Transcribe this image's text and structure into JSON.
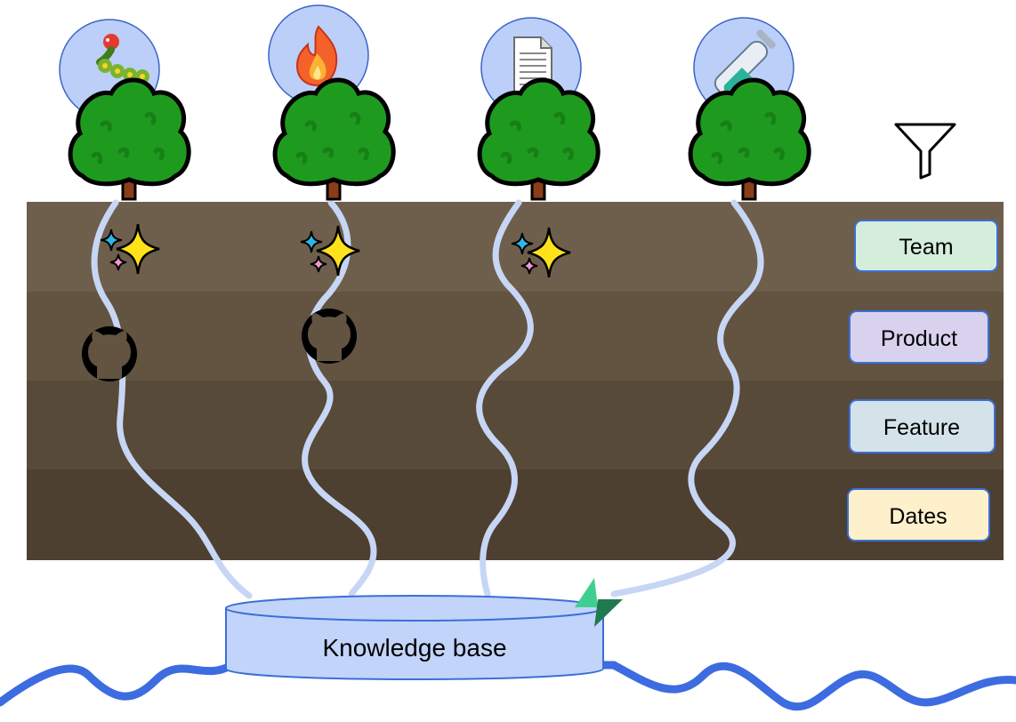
{
  "layers": [
    {
      "label": "Team",
      "band_color": "#6e5f4c",
      "tag_fill": "#d5eedc"
    },
    {
      "label": "Product",
      "band_color": "#625441",
      "tag_fill": "#d8d2ee"
    },
    {
      "label": "Feature",
      "band_color": "#574a39",
      "tag_fill": "#d4e2ea"
    },
    {
      "label": "Dates",
      "band_color": "#4d4030",
      "tag_fill": "#fff0cc"
    }
  ],
  "sources": [
    {
      "icon": "caterpillar-icon",
      "layer_markers": [
        "sparkles-icon",
        "github-icon"
      ]
    },
    {
      "icon": "fire-icon",
      "layer_markers": [
        "sparkles-icon",
        "github-icon"
      ]
    },
    {
      "icon": "document-icon",
      "layer_markers": [
        "sparkles-icon"
      ]
    },
    {
      "icon": "test-tube-icon",
      "layer_markers": []
    }
  ],
  "filter_icon": "funnel-icon",
  "knowledge_base": {
    "label": "Knowledge base",
    "connector_icon": "lightning-bolt-icon"
  },
  "colors": {
    "root_line": "#c7d6f5",
    "source_circle": "#bccff8",
    "source_circle_stroke": "#3a64c8",
    "tree_green": "#1e9b1e",
    "cylinder_fill": "#c2d4fa",
    "wave": "#3d6ce0",
    "tag_stroke": "#3b6fd6"
  }
}
